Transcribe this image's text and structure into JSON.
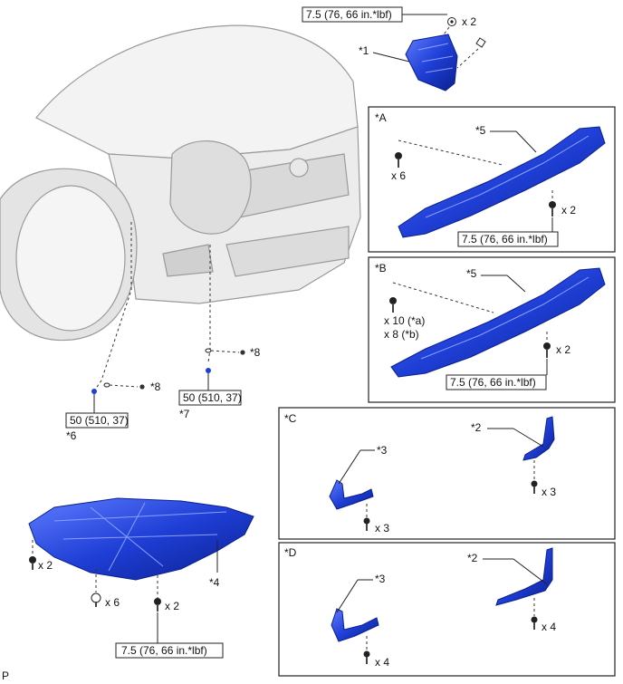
{
  "torque_small": "7.5 (76, 66 in.*lbf)",
  "torque_large": "50 (510, 37)",
  "parts": {
    "p1": "*1",
    "p2": "*2",
    "p3": "*3",
    "p4": "*4",
    "p5": "*5",
    "p6": "*6",
    "p7": "*7",
    "p8": "*8"
  },
  "panels": {
    "A": "*A",
    "B": "*B",
    "C": "*C",
    "D": "*D"
  },
  "qty": {
    "x2": "x 2",
    "x3": "x 3",
    "x4": "x 4",
    "x6": "x 6",
    "x10a": "x 10 (*a)",
    "x8b": "x 8 (*b)"
  },
  "corner_mark": "P",
  "colors": {
    "part_blue": "#1f3fd6",
    "part_dark": "#0a1f8f",
    "part_light": "#5f7cff",
    "car_line": "#9a9a9a"
  }
}
